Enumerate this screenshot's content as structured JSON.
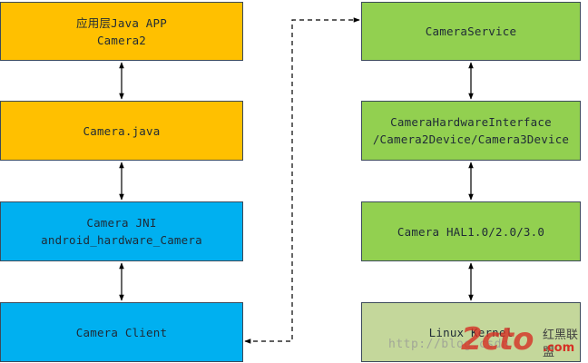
{
  "diagram": {
    "left_column": [
      {
        "id": "app",
        "line1": "应用层Java APP",
        "line2": "Camera2",
        "color": "orange"
      },
      {
        "id": "camera_java",
        "line1": "Camera.java",
        "line2": "",
        "color": "orange"
      },
      {
        "id": "jni",
        "line1": "Camera JNI",
        "line2": "android_hardware_Camera",
        "color": "blue"
      },
      {
        "id": "client",
        "line1": "Camera Client",
        "line2": "",
        "color": "blue"
      }
    ],
    "right_column": [
      {
        "id": "service",
        "line1": "CameraService",
        "line2": "",
        "color": "green"
      },
      {
        "id": "hw_interface",
        "line1": "CameraHardwareInterface",
        "line2": "/Camera2Device/Camera3Device",
        "color": "green"
      },
      {
        "id": "hal",
        "line1": "Camera HAL1.0/2.0/3.0",
        "line2": "",
        "color": "green"
      },
      {
        "id": "kernel",
        "line1": "Linux Kernel",
        "line2": "",
        "color": "olive"
      }
    ],
    "colors": {
      "orange": "#ffc000",
      "blue": "#00b0f0",
      "green": "#92d050",
      "olive": "#c4d79b",
      "connector": "#000000"
    }
  },
  "watermark": {
    "url": "http://blog.csdn",
    "logo": "2cto",
    "cn": "红黑联盟",
    "com": ".com"
  }
}
